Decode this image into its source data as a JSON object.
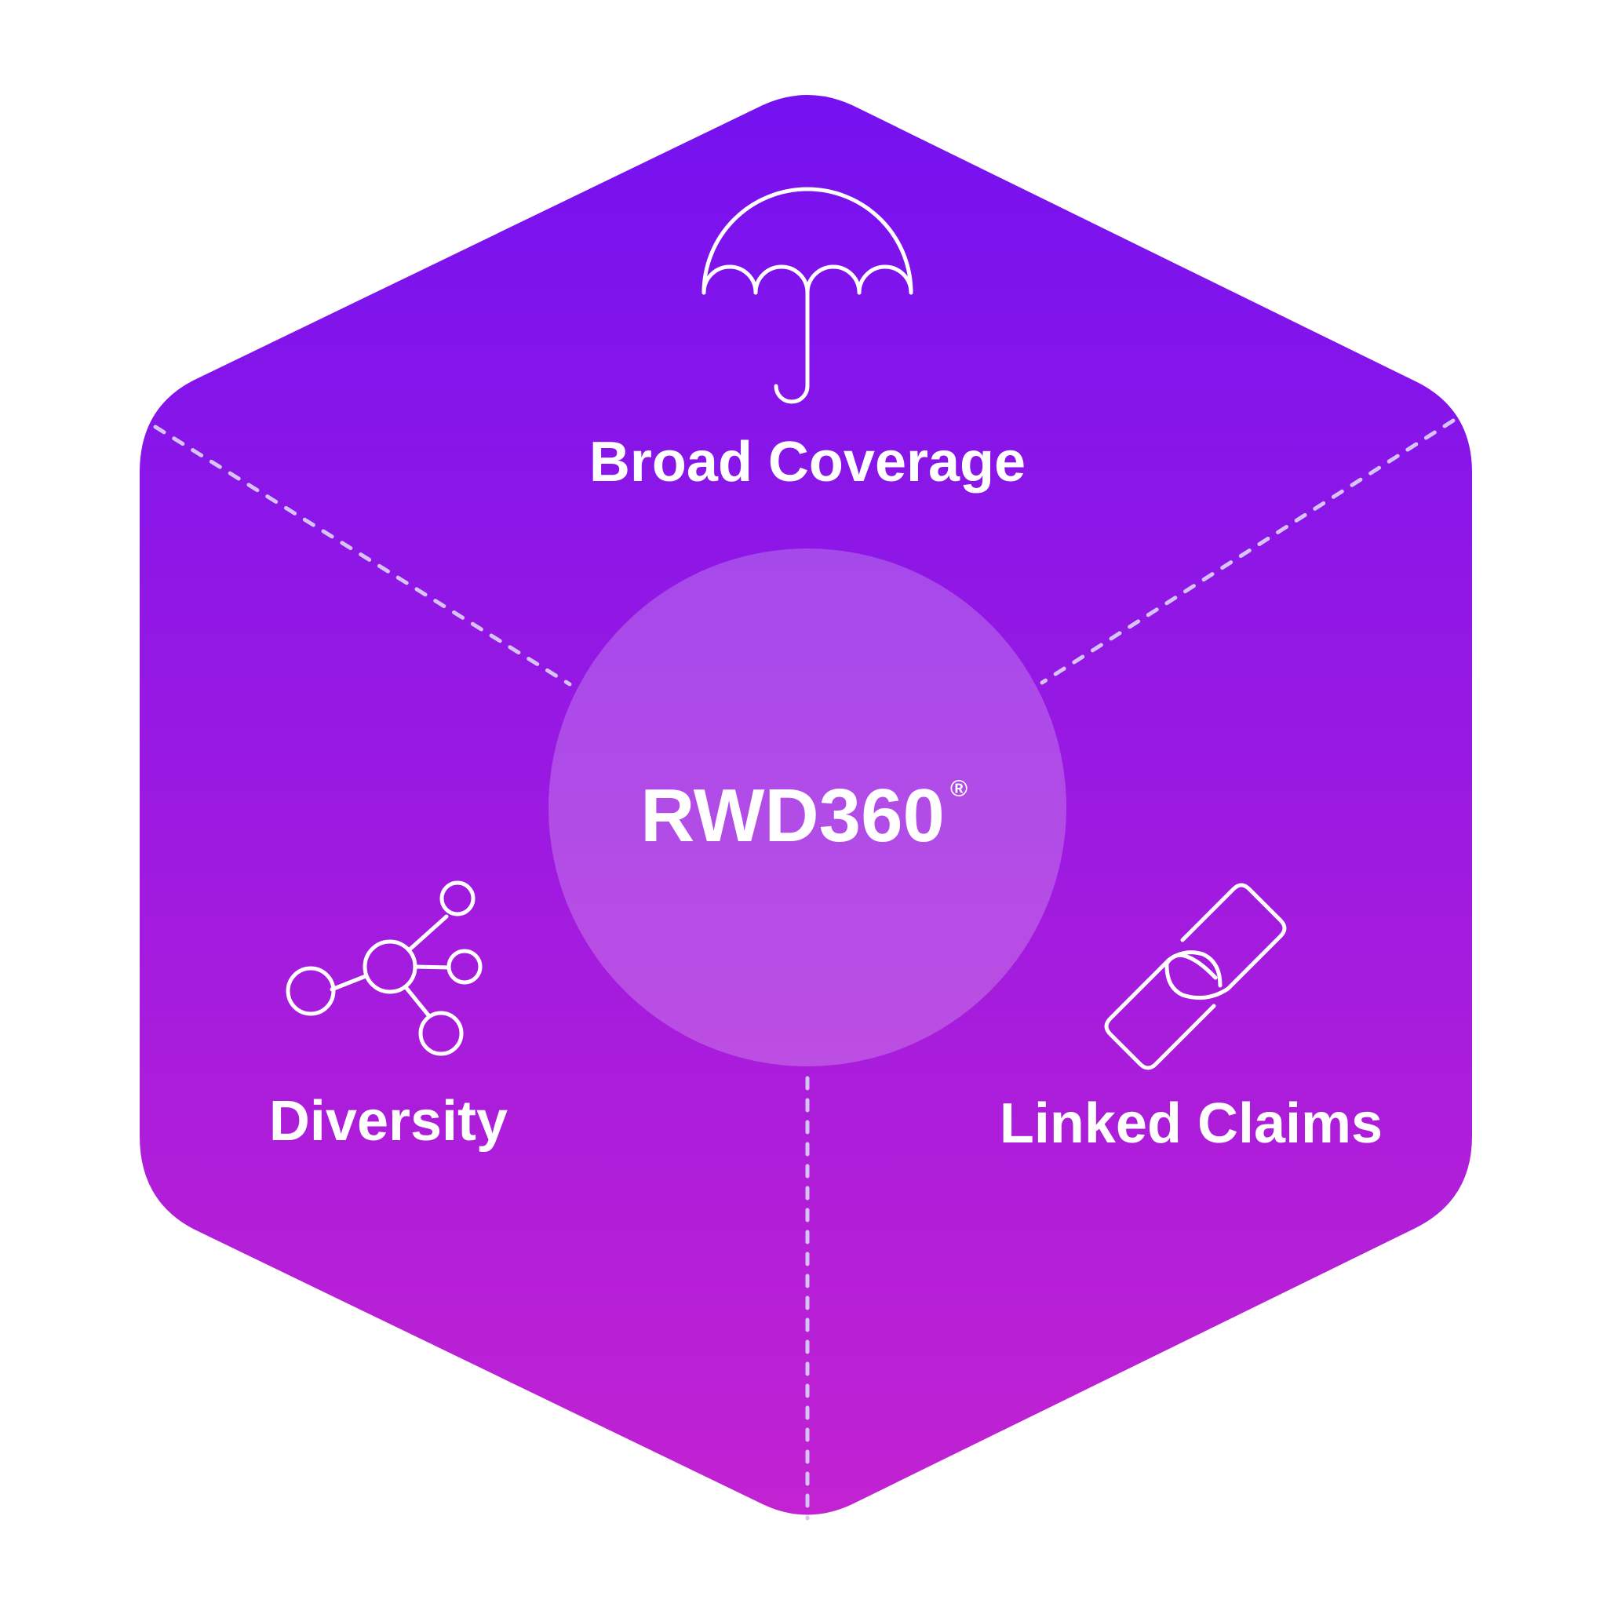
{
  "center": {
    "title": "RWD360",
    "mark": "®"
  },
  "segments": [
    {
      "label": "Broad Coverage",
      "icon": "umbrella-icon"
    },
    {
      "label": "Diversity",
      "icon": "network-nodes-icon"
    },
    {
      "label": "Linked Claims",
      "icon": "chain-link-icon"
    }
  ],
  "colors": {
    "gradient_top": "#7511f0",
    "gradient_bottom": "#c222d2",
    "center_circle": "#ffffff",
    "icon_stroke": "#ffffff",
    "divider": "#d6c4f7",
    "text": "#ffffff"
  }
}
